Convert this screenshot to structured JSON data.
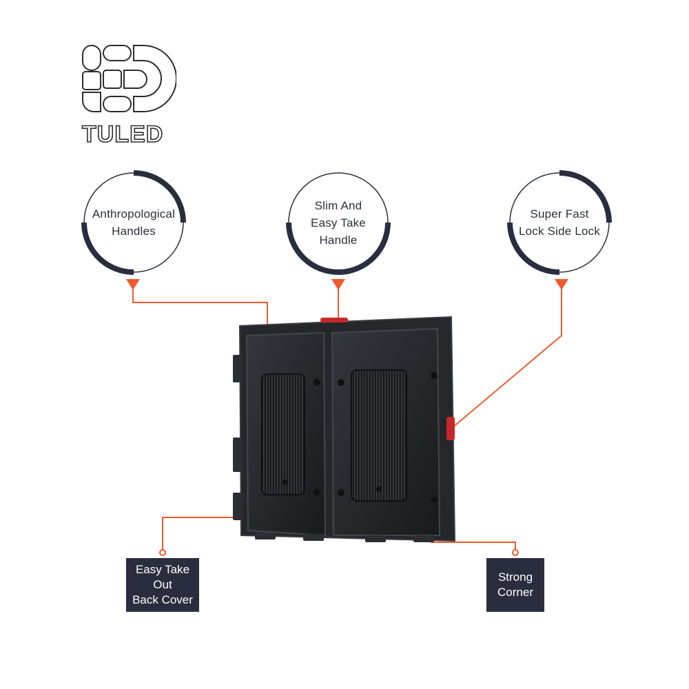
{
  "brand": {
    "name": "TULED",
    "ink_color": "#2b2b2b"
  },
  "colors": {
    "accent": "#ef5a2c",
    "dark": "#2a2d3d",
    "panel": "#1f2125",
    "panel_edge": "#3a3d44"
  },
  "features": {
    "top": [
      {
        "label": "Anthropological\nHandles"
      },
      {
        "label": "Slim And\nEasy Take\nHandle"
      },
      {
        "label": "Super Fast\nLock Side Lock"
      }
    ],
    "bottom": [
      {
        "label": "Easy Take\nOut\nBack Cover"
      },
      {
        "label": "Strong\nCorner"
      }
    ]
  }
}
